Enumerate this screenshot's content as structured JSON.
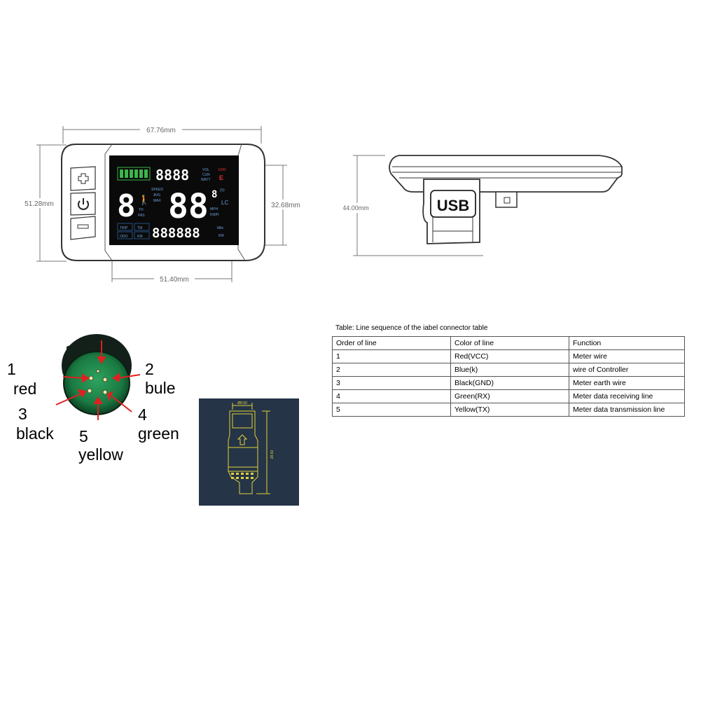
{
  "front_view": {
    "width_dim": "67.76mm",
    "height_dim": "51.28mm",
    "screen_height_dim": "32.68mm",
    "screen_width_dim": "51.40mm",
    "lcd": {
      "battery_bars": 6,
      "top_digits": "8888",
      "level_digit": "8",
      "speed_digits": "88",
      "speed_frac": "8",
      "odo_digits": "888888",
      "labels": {
        "vol": "VOL",
        "cur": "CUR",
        "watt": "WATT",
        "err": "ERR",
        "speed": "SPEED",
        "avg": "AVG",
        "max": "MAX",
        "th": "TH",
        "pas": "PAS",
        "mph": "MPH",
        "kmh": "KM/H",
        "mile": "Mile",
        "km": "KM",
        "trip": "TRIP",
        "odo": "ODO",
        "tm": "TM"
      }
    },
    "buttons": [
      {
        "name": "plus",
        "icon": "plus-icon"
      },
      {
        "name": "power",
        "icon": "power-icon"
      },
      {
        "name": "minus",
        "icon": "minus-icon"
      }
    ]
  },
  "side_view": {
    "usb_label": "USB",
    "height_dim": "44.00mm"
  },
  "connector": {
    "pins": [
      {
        "num": "1",
        "color": "red"
      },
      {
        "num": "2",
        "color": "bule"
      },
      {
        "num": "3",
        "color": "black"
      },
      {
        "num": "4",
        "color": "green"
      },
      {
        "num": "5",
        "color": "yellow"
      }
    ],
    "drawing_dims": {
      "width": "Ø8.50",
      "length": "28.50"
    }
  },
  "table": {
    "title": "Table: Line sequence of the iabel connector table",
    "headers": [
      "Order of line",
      "Color of line",
      "Function"
    ],
    "rows": [
      [
        "1",
        "Red(VCC)",
        "Meter wire"
      ],
      [
        "2",
        "Blue(k)",
        "wire of Controller"
      ],
      [
        "3",
        "Black(GND)",
        "Meter earth wire"
      ],
      [
        "4",
        "Green(RX)",
        "Meter data receiving line"
      ],
      [
        "5",
        "Yellow(TX)",
        "Meter data transmission line"
      ]
    ]
  },
  "colors": {
    "lcd_bg": "#0a0a0a",
    "battery_green": "#3cb54a",
    "connector_green": "#1f8a4c",
    "drawing_bg": "#253447",
    "drawing_line": "#e0d23a",
    "arrow_red": "#e02020",
    "err_red": "#e03030"
  }
}
